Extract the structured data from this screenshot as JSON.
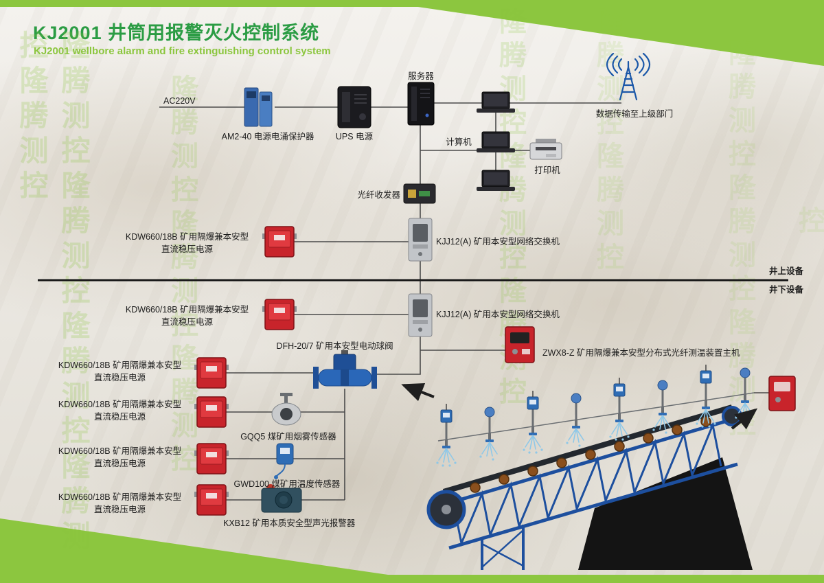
{
  "header": {
    "title": "KJ2001 井筒用报警灭火控制系统",
    "subtitle": "KJ2001 wellbore alarm and fire extinguishing control system"
  },
  "watermark": {
    "text": "隆腾测控",
    "col_long": "隆腾测控隆腾测控隆腾测控隆腾测控隆腾测控",
    "col_med": "隆腾测控隆腾测控隆腾测控",
    "col_short": "隆腾测控隆腾测控"
  },
  "nodes": {
    "ac220v": "AC220V",
    "surge_protector": "AM2-40 电源电涌保护器",
    "ups": "UPS 电源",
    "server": "服务器",
    "uplink": "数据传输至上级部门",
    "computer": "计算机",
    "printer": "打印机",
    "fiber_transceiver": "光纤收发器",
    "kdw_line1": "KDW660/18B 矿用隔爆兼本安型",
    "kdw_line2": "直流稳压电源",
    "kjj12": "KJJ12(A) 矿用本安型网络交换机",
    "surface_label": "井上设备",
    "underground_label": "井下设备",
    "valve": "DFH-20/7 矿用本安型电动球阀",
    "zwx8": "ZWX8-Z 矿用隔爆兼本安型分布式光纤测温装置主机",
    "gqq5": "GQQ5 煤矿用烟雾传感器",
    "gwd100": "GWD100 煤矿用温度传感器",
    "kxb12": "KXB12 矿用本质安全型声光报警器"
  },
  "colors": {
    "brand_green": "#8CC63F",
    "title_green": "#2B9C44",
    "device_red": "#C8242B",
    "device_blue": "#2A67B8",
    "truss_blue": "#1D4F9E",
    "line_gray": "#4A4A4A"
  }
}
